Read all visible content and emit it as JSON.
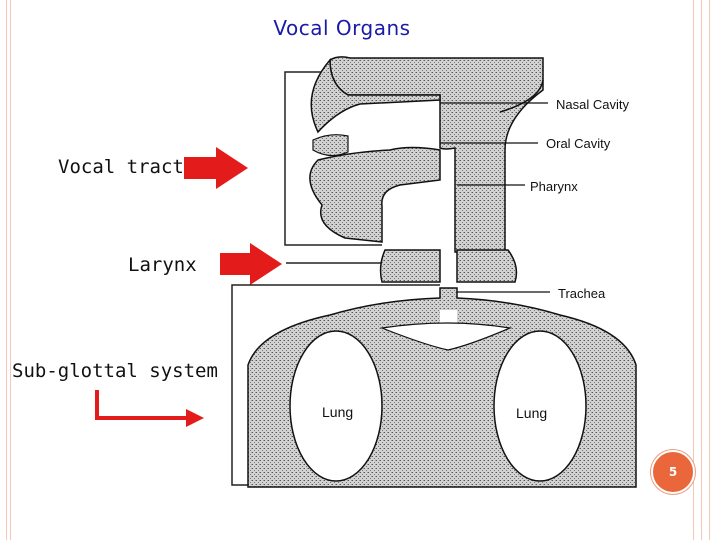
{
  "slide": {
    "title": "Vocal Organs",
    "page_number": "5",
    "accent_color": "#e9673a",
    "border_color": "#f4c8b8",
    "arrow_color": "#e31b1b"
  },
  "labels": {
    "vocal_tract": "Vocal tract",
    "larynx": "Larynx",
    "subglottal": "Sub-glottal system"
  },
  "diagram": {
    "nasal_cavity": "Nasal Cavity",
    "oral_cavity": "Oral Cavity",
    "pharynx": "Pharynx",
    "trachea": "Trachea",
    "lung_left": "Lung",
    "lung_right": "Lung"
  }
}
